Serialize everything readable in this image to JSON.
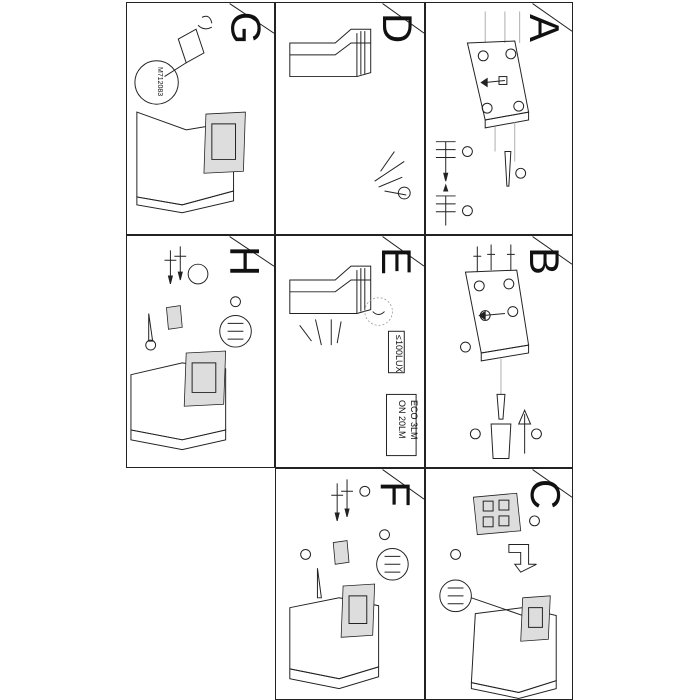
{
  "panels": {
    "A": {
      "letter": "A"
    },
    "B": {
      "letter": "B"
    },
    "C": {
      "letter": "C"
    },
    "D": {
      "letter": "D"
    },
    "E": {
      "letter": "E",
      "sensor_label": "≤100LUX",
      "eco_line": "ECO   3LM",
      "on_line": "ON   20LM"
    },
    "F": {
      "letter": "F"
    },
    "G": {
      "letter": "G",
      "part_code": "M712083"
    },
    "H": {
      "letter": "H"
    }
  }
}
